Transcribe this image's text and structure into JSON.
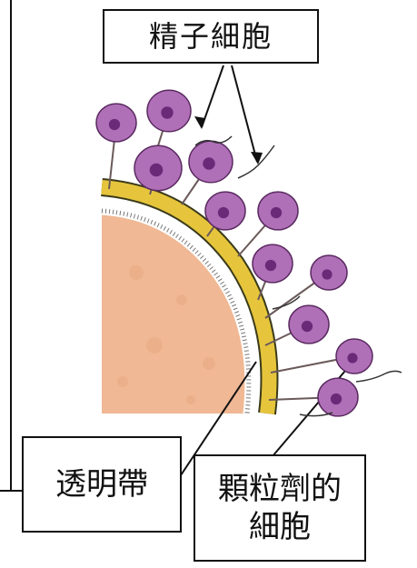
{
  "labels": {
    "sperm_cells": "精子細胞",
    "zona_pellucida": "透明帶",
    "granulosa_cells_line1": "顆粒劑的",
    "granulosa_cells_line2": "細胞"
  },
  "colors": {
    "ovum": "#f0b894",
    "zona": "#e6c53c",
    "zona_edge": "#3a3a1a",
    "granulosa_cell": "#b070b8",
    "granulosa_nucleus": "#6a2a78",
    "outline": "#111111"
  }
}
